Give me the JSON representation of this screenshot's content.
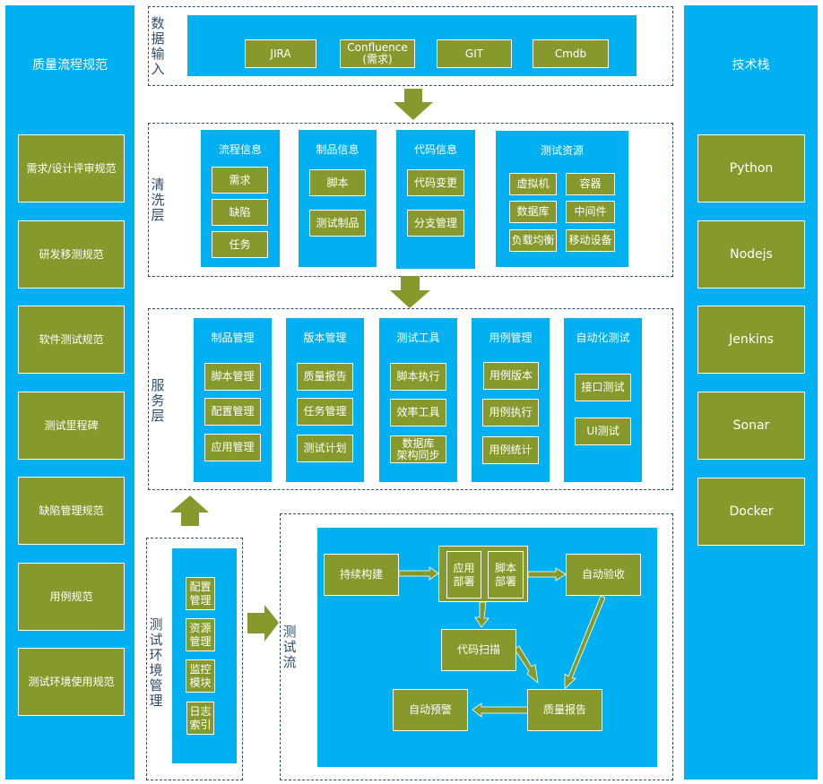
{
  "left_panel": {
    "title": "质量流程规范",
    "items": [
      "需求/设计评审规范",
      "研发移测规范",
      "软件测试规范",
      "测试里程碑",
      "缺陷管理规范",
      "用例规范",
      "测试环境使用规范"
    ]
  },
  "right_panel": {
    "title": "技术栈",
    "items": [
      "Python",
      "Nodejs",
      "Jenkins",
      "Sonar",
      "Docker"
    ]
  },
  "data_input": {
    "label": "数据输入",
    "sources": [
      "JIRA",
      "Confluence\n(需求)",
      "GIT",
      "Cmdb"
    ]
  },
  "cleaning_layer": {
    "label": "清洗层",
    "groups": [
      {
        "title": "流程信息",
        "items": [
          "需求",
          "缺陷",
          "任务"
        ]
      },
      {
        "title": "制品信息",
        "items": [
          "脚本",
          "测试制品"
        ]
      },
      {
        "title": "代码信息",
        "items": [
          "代码变更",
          "分支管理"
        ]
      },
      {
        "title": "测试资源",
        "items": [
          "虚拟机",
          "容器",
          "数据库",
          "中间件",
          "负载均衡",
          "移动设备"
        ]
      }
    ]
  },
  "service_layer": {
    "label": "服务层",
    "groups": [
      {
        "title": "制品管理",
        "items": [
          "脚本管理",
          "配置管理",
          "应用管理"
        ]
      },
      {
        "title": "版本管理",
        "items": [
          "质量报告",
          "任务管理",
          "测试计划"
        ]
      },
      {
        "title": "测试工具",
        "items": [
          "脚本执行",
          "效率工具",
          "数据库\n架构同步"
        ]
      },
      {
        "title": "用例管理",
        "items": [
          "用例版本",
          "用例执行",
          "用例统计"
        ]
      },
      {
        "title": "自动化测试",
        "items": [
          "接口测试",
          "UI测试"
        ]
      }
    ]
  },
  "env_management": {
    "label": "测试环境管理",
    "items": [
      "配置\n管理",
      "资源\n管理",
      "监控\n模块",
      "日志\n索引"
    ]
  },
  "test_flow": {
    "label": "测试流",
    "nodes": {
      "build": "持续构建",
      "app_deploy": "应用部署",
      "script_deploy": "脚本部署",
      "accept": "自动验收",
      "scan": "代码扫描",
      "report": "质量报告",
      "alert": "自动预警"
    }
  },
  "colors": {
    "panel_blue": "#00b0f0",
    "box_olive": "#86992c",
    "dash_border": "#2f4d6b"
  }
}
